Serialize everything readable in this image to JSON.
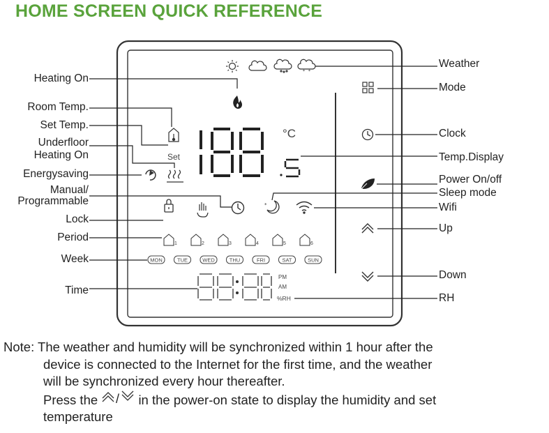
{
  "title": "HOME SCREEN QUICK REFERENCE",
  "labels_left": {
    "heating_on": "Heating On",
    "room_temp": "Room Temp.",
    "set_temp": "Set  Temp.",
    "underfloor_line1": "Underfloor",
    "underfloor_line2": "Heating On",
    "energysaving": "Energysaving",
    "manual_line1": "Manual/",
    "manual_line2": "Programmable",
    "lock": "Lock",
    "period": "Period",
    "week": "Week",
    "time": "Time"
  },
  "labels_right": {
    "weather": "Weather",
    "mode": "Mode",
    "clock": "Clock",
    "temp_display": "Temp.Display",
    "power": "Power On/off",
    "sleep": "Sleep mode",
    "wifi": "Wifi",
    "up": "Up",
    "down": "Down",
    "rh": "RH"
  },
  "screen": {
    "temp_digits": "188",
    "temp_decimal": "5",
    "temp_unit": "°C",
    "set_text": "Set",
    "time_digits": "88:88",
    "pm": "PM",
    "am": "AM",
    "rh_text": "%RH",
    "periods": [
      "1",
      "2",
      "3",
      "4",
      "5",
      "6"
    ],
    "days": [
      "MON",
      "TUE",
      "WED",
      "THU",
      "FRI",
      "SAT",
      "SUN"
    ]
  },
  "note": {
    "line1": "Note: The weather and humidity will be synchronized within 1 hour after the",
    "line2": "device is connected to the Internet for the first time, and the weather",
    "line3": "will be synchronized every hour thereafter.",
    "line4_a": "Press the",
    "line4_sep": "/",
    "line4_b": "in the power-on state to display the humidity and set",
    "line5": "temperature"
  },
  "colors": {
    "title": "#5aa33c",
    "line": "#222222",
    "icon": "#333333"
  },
  "icons": [
    "sun-icon",
    "cloud-icon",
    "rain-icon",
    "snow-icon",
    "flame-icon",
    "thermometer-house-icon",
    "energy-icon",
    "floor-heat-icon",
    "lock-icon",
    "hand-icon",
    "clock-icon",
    "moon-icon",
    "wifi-icon",
    "mode-grid-icon",
    "leaf-icon",
    "chevron-up-icon",
    "chevron-down-icon"
  ]
}
